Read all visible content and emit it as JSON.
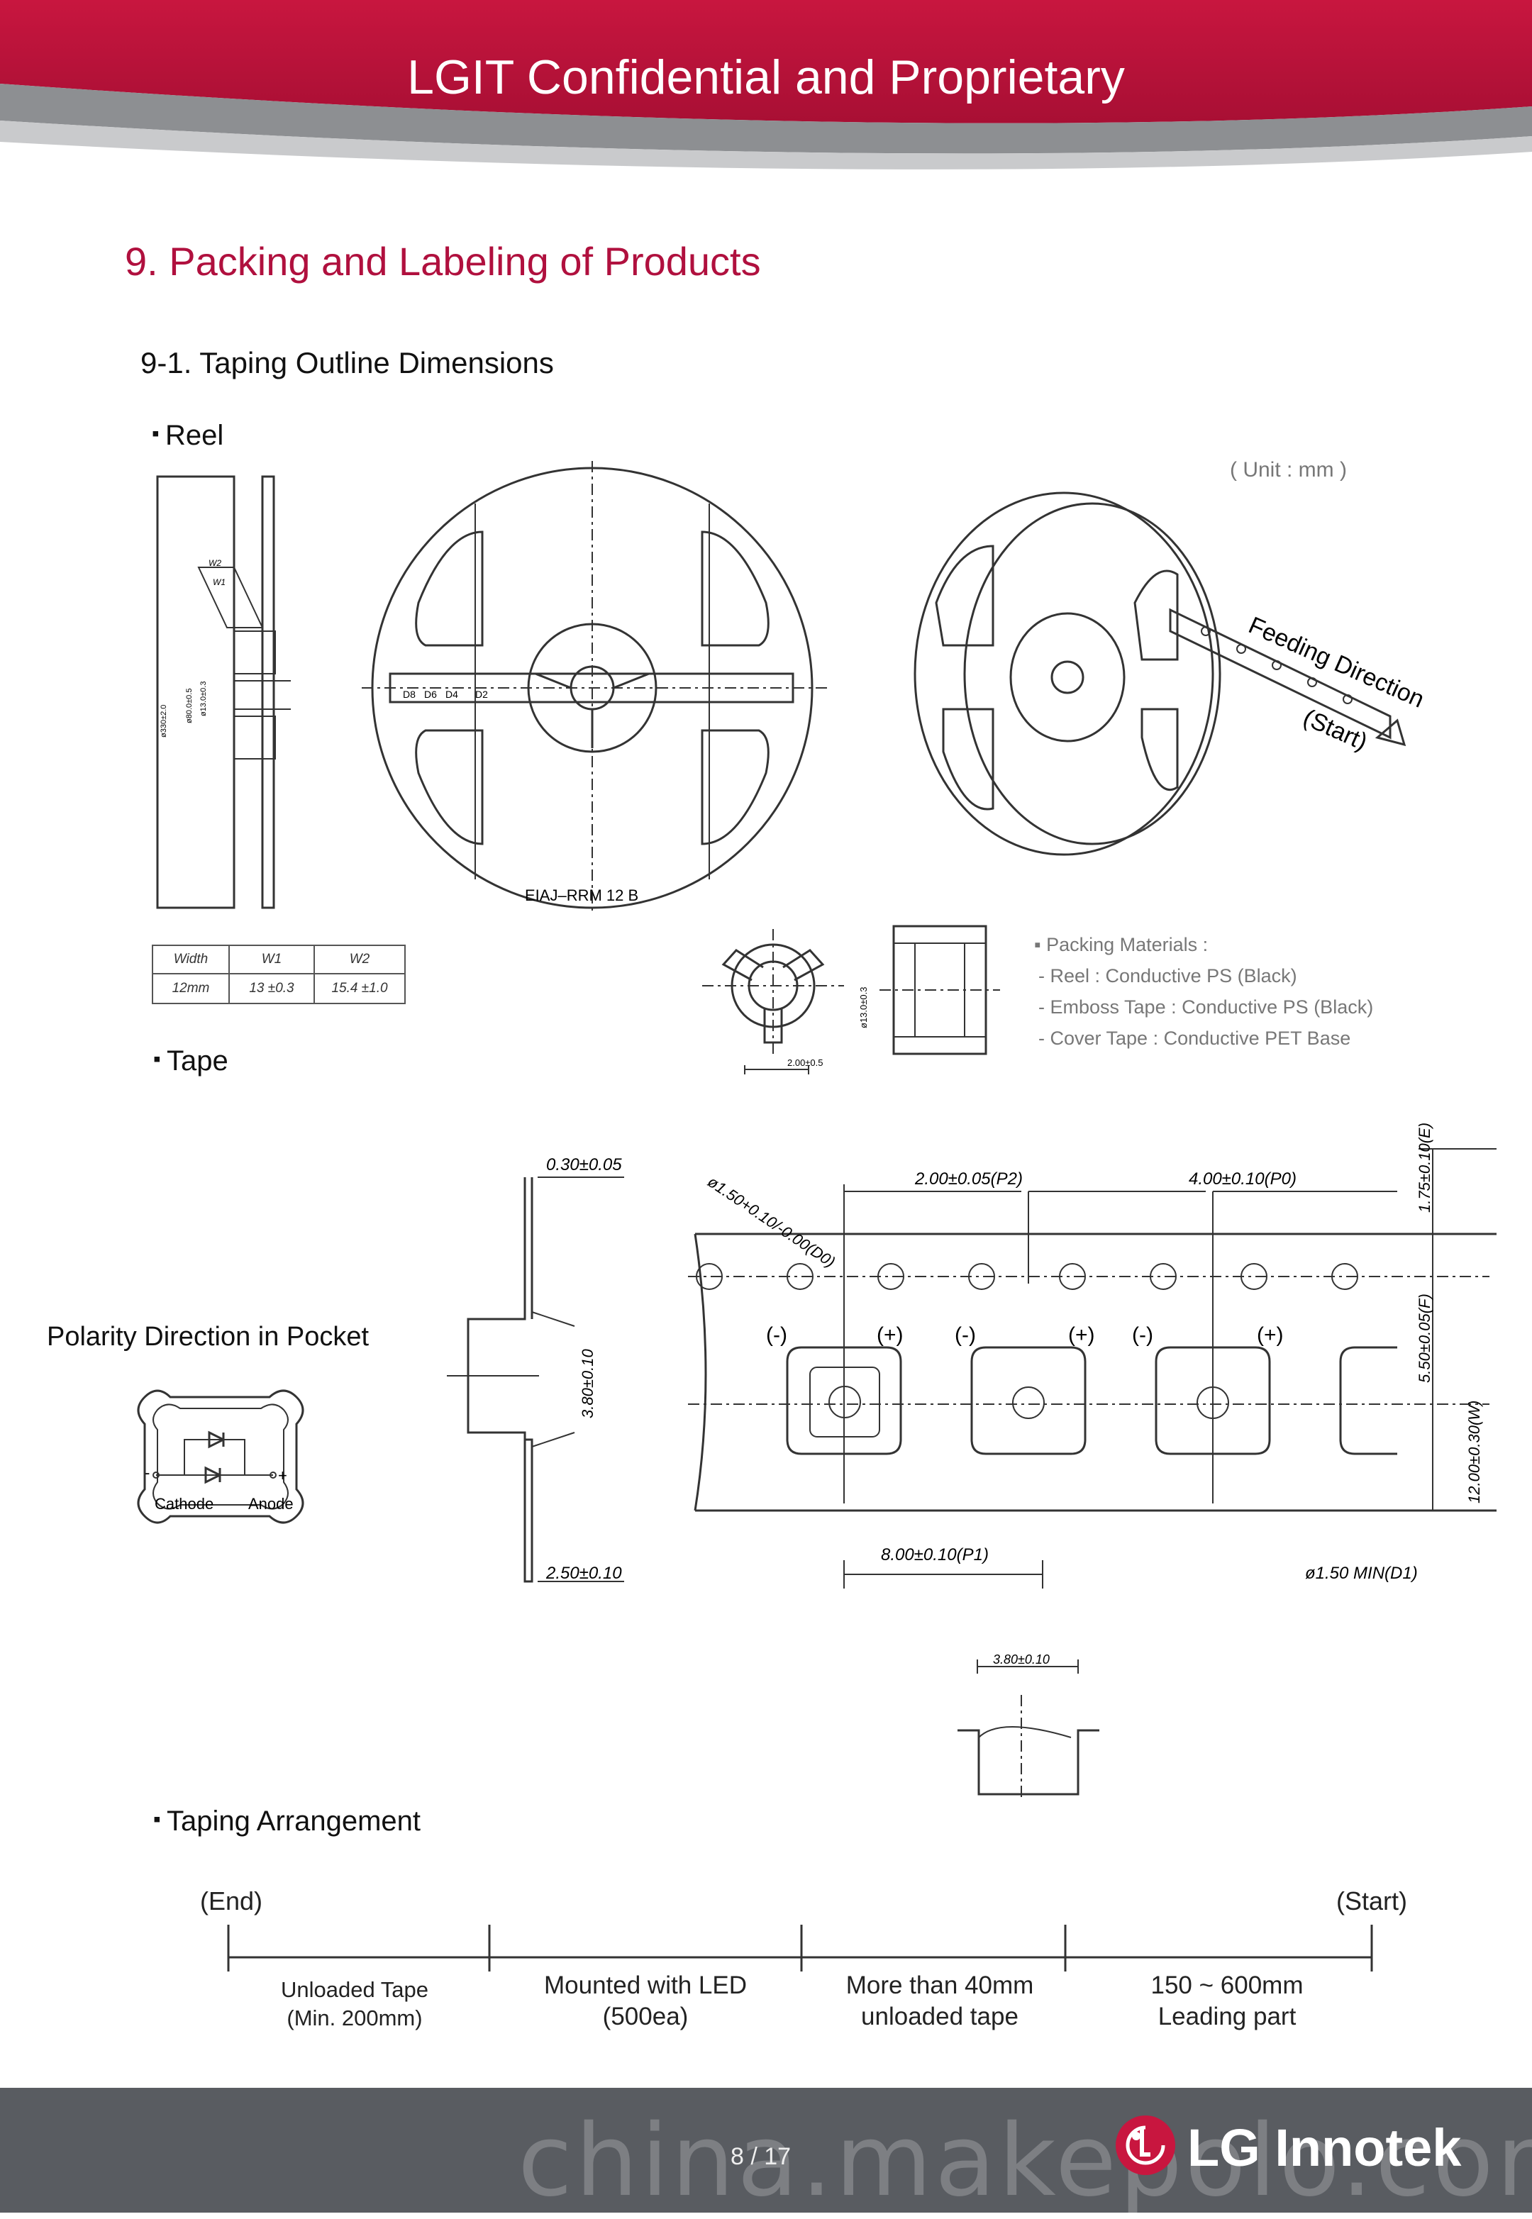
{
  "header": {
    "title": "LGIT Confidential and Proprietary"
  },
  "section": {
    "title": "9. Packing and Labeling of Products",
    "subsection": "9-1. Taping Outline Dimensions"
  },
  "reel": {
    "heading": "Reel",
    "unit_note": "( Unit : mm )",
    "model_label": "EIAJ–RRM 12 B",
    "side_labels": {
      "w1": "W1",
      "w2": "W2",
      "d1": "ø330±2.0",
      "d2": "ø80.0±0.5",
      "d3": "ø13.0±0.3"
    },
    "hub_labels": [
      "D2",
      "D4",
      "D6",
      "D8"
    ],
    "feeding_direction": "Feeding Direction",
    "start_label": "(Start)",
    "detail_label": "ø13.0±0.3",
    "slot_width": "2.00±0.5",
    "table": {
      "headers": [
        "Width",
        "W1",
        "W2"
      ],
      "rows": [
        [
          "12mm",
          "13 ±0.3",
          "15.4 ±1.0"
        ]
      ]
    },
    "materials": {
      "title": "Packing Materials :",
      "items": [
        "- Reel : Conductive PS (Black)",
        "- Emboss Tape : Conductive PS (Black)",
        "- Cover Tape : Conductive PET Base"
      ]
    }
  },
  "tape": {
    "heading": "Tape",
    "polarity_title": "Polarity Direction in Pocket",
    "cathode": "Cathode",
    "anode": "Anode",
    "minus_sign": "-",
    "plus_sign": "+",
    "dims": {
      "t_cover": "0.30±0.05",
      "k0": "3.80±0.10",
      "t_total": "2.50±0.10",
      "d0": "ø1.50+0.10/-0.00(D0)",
      "p2": "2.00±0.05(P2)",
      "p0": "4.00±0.10(P0)",
      "e": "1.75±0.10(E)",
      "f": "5.50±0.05(F)",
      "w": "12.00±0.30(W)",
      "p1": "8.00±0.10(P1)",
      "d1": "ø1.50  MIN(D1)",
      "pocket": "3.80±0.10"
    },
    "polarity_marks": [
      "(-)",
      "(+)",
      "(-)",
      "(+)",
      "(-)",
      "(+)"
    ]
  },
  "arrangement": {
    "heading": "Taping Arrangement",
    "end_label": "(End)",
    "start_label": "(Start)",
    "segments": [
      [
        "Unloaded Tape",
        "(Min. 200mm)"
      ],
      [
        "Mounted with LED",
        "(500ea)"
      ],
      [
        "More than 40mm",
        "unloaded tape"
      ],
      [
        "150 ~ 600mm",
        "Leading part"
      ]
    ]
  },
  "footer": {
    "page": "8 / 17",
    "brand": "LG Innotek",
    "watermark": "china.makepolo.com"
  },
  "colors": {
    "accent": "#b0103e",
    "header_red": "#c0143c",
    "footer_gray": "#595c61"
  }
}
